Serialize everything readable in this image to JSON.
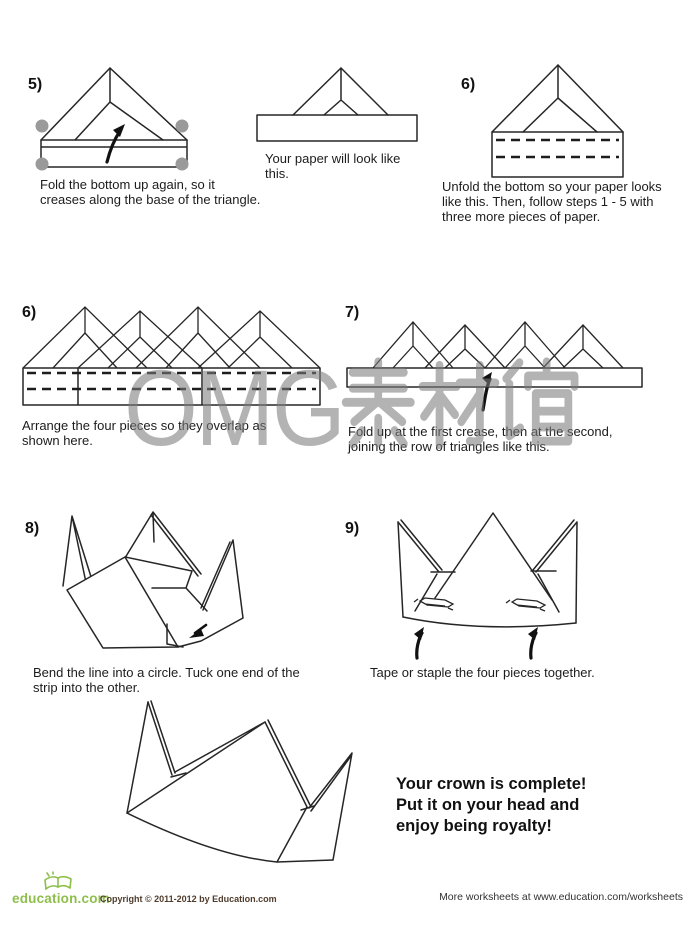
{
  "watermark": {
    "text": "OMG素材馆",
    "latin": "OMG",
    "cjk": "素材馆",
    "color": "#7d7d7d"
  },
  "steps": {
    "s5": {
      "num": "5)",
      "lines": [
        "Fold the bottom up again, so it",
        "creases along the base of the triangle."
      ]
    },
    "paper": {
      "lines": [
        "Your paper will look like",
        "this."
      ]
    },
    "s6_top": {
      "num": "6)",
      "lines": [
        "Unfold the bottom so your paper looks",
        "like this. Then, follow steps 1 - 5 with",
        "three more pieces of paper."
      ]
    },
    "s6_mid": {
      "num": "6)",
      "lines": [
        "Arrange the four pieces so they overlap as",
        "shown here."
      ]
    },
    "s7": {
      "num": "7)",
      "lines": [
        "Fold up at the first crease, then at the second,",
        "joining the row of triangles like this."
      ]
    },
    "s8": {
      "num": "8)",
      "lines": [
        "Bend the line into a circle. Tuck one end of the",
        "strip into the other."
      ]
    },
    "s9": {
      "num": "9)",
      "lines": [
        "Tape or staple the four pieces together."
      ]
    }
  },
  "finale": {
    "lines": [
      "Your crown is complete!",
      "Put it on your head and",
      "enjoy being royalty!"
    ]
  },
  "footer": {
    "logo_text": "education.com",
    "copyright": "Copyright © 2011-2012 by Education.com",
    "more_worksheets": "More worksheets at www.education.com/worksheets",
    "logo_green": "#8dbf4a",
    "copyright_brown": "#503c2c"
  },
  "colors": {
    "ink": "#1c1c1c",
    "dot_gray": "#9a9a9a",
    "watermark_gray": "#7d7d7d"
  }
}
